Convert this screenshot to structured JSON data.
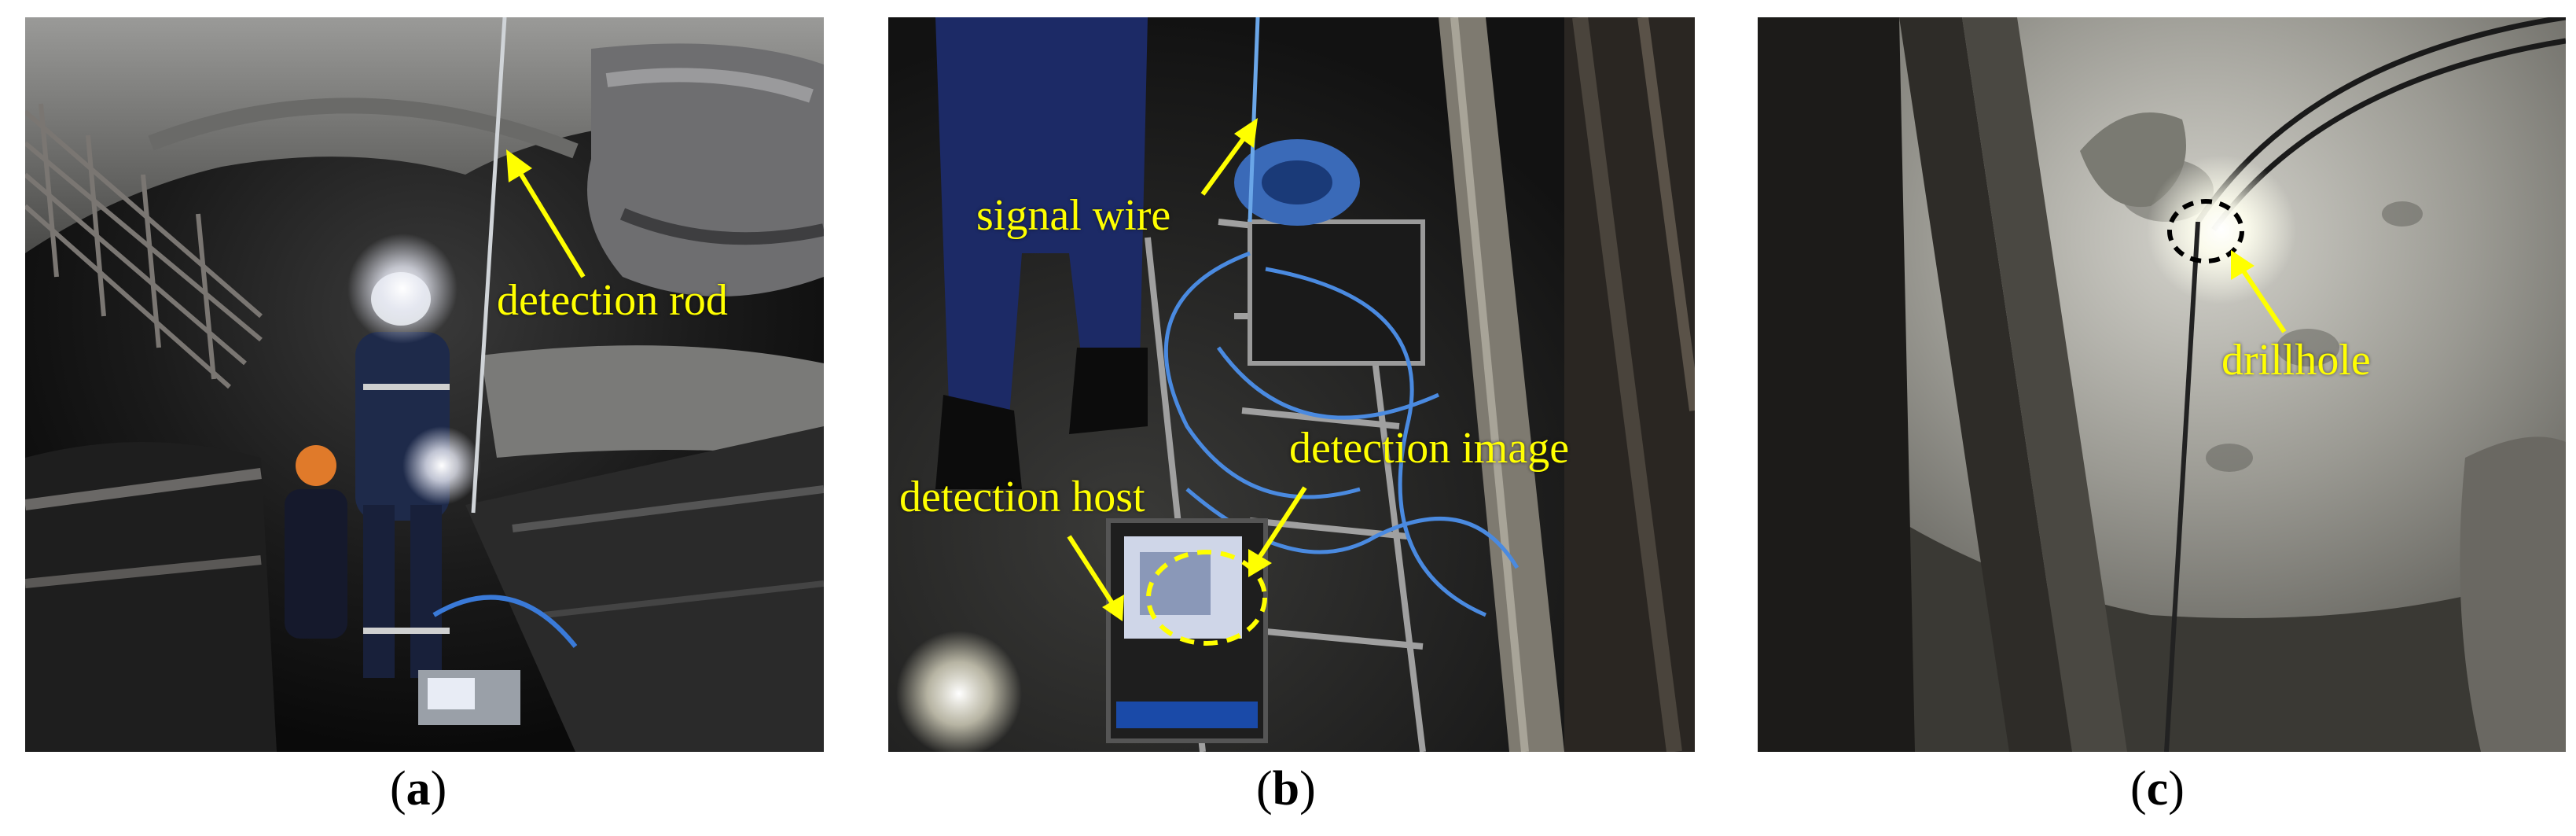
{
  "panels": [
    {
      "id": "a",
      "caption": "a",
      "labels": {
        "detection_rod": "detection rod"
      }
    },
    {
      "id": "b",
      "caption": "b",
      "labels": {
        "signal_wire": "signal wire",
        "detection_image": "detection image",
        "detection_host": "detection host"
      }
    },
    {
      "id": "c",
      "caption": "c",
      "labels": {
        "drillhole": "drillhole"
      }
    }
  ],
  "colors": {
    "annotation": "#ffff00",
    "caption": "#000000",
    "dashed_circle_c": "#000000"
  }
}
